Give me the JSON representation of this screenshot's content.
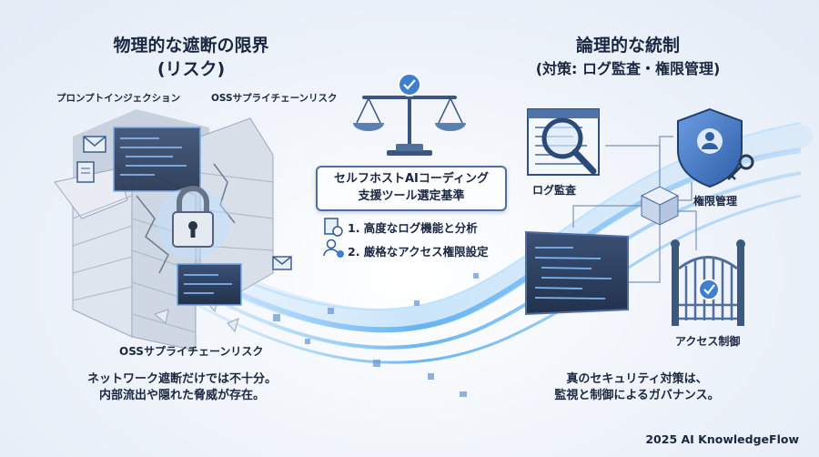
{
  "left": {
    "title": "物理的な遮断の限界",
    "subtitle": "(リスク)",
    "risk_prompt_injection": "プロンプトインジェクション",
    "risk_oss_top": "OSSサプライチェーンリスク",
    "risk_oss_bottom": "OSSサプライチェーンリスク",
    "caption_line1": "ネットワーク遮断だけでは不十分。",
    "caption_line2": "内部流出や隠れた脅威が存在。"
  },
  "center": {
    "box_line1": "セルフホストAIコーディング",
    "box_line2": "支援ツール選定基準",
    "criterion1": "1. 高度なログ機能と分析",
    "criterion2": "2. 厳格なアクセス権限設定"
  },
  "right": {
    "title": "論理的な統制",
    "subtitle": "(対策: ログ監査・権限管理)",
    "label_log_audit": "ログ監査",
    "label_permission": "権限管理",
    "label_access_control": "アクセス制御",
    "caption_line1": "真のセキュリティ対策は、",
    "caption_line2": "監視と制御によるガバナンス。"
  },
  "footer": "2025 AI KnowledgeFlow",
  "colors": {
    "ink": "#1b2740",
    "accent_blue": "#3f7fd0",
    "stream": "#6fb6f2",
    "wall": "#d9dfe8",
    "dark_panel": "#2c3e5e"
  }
}
